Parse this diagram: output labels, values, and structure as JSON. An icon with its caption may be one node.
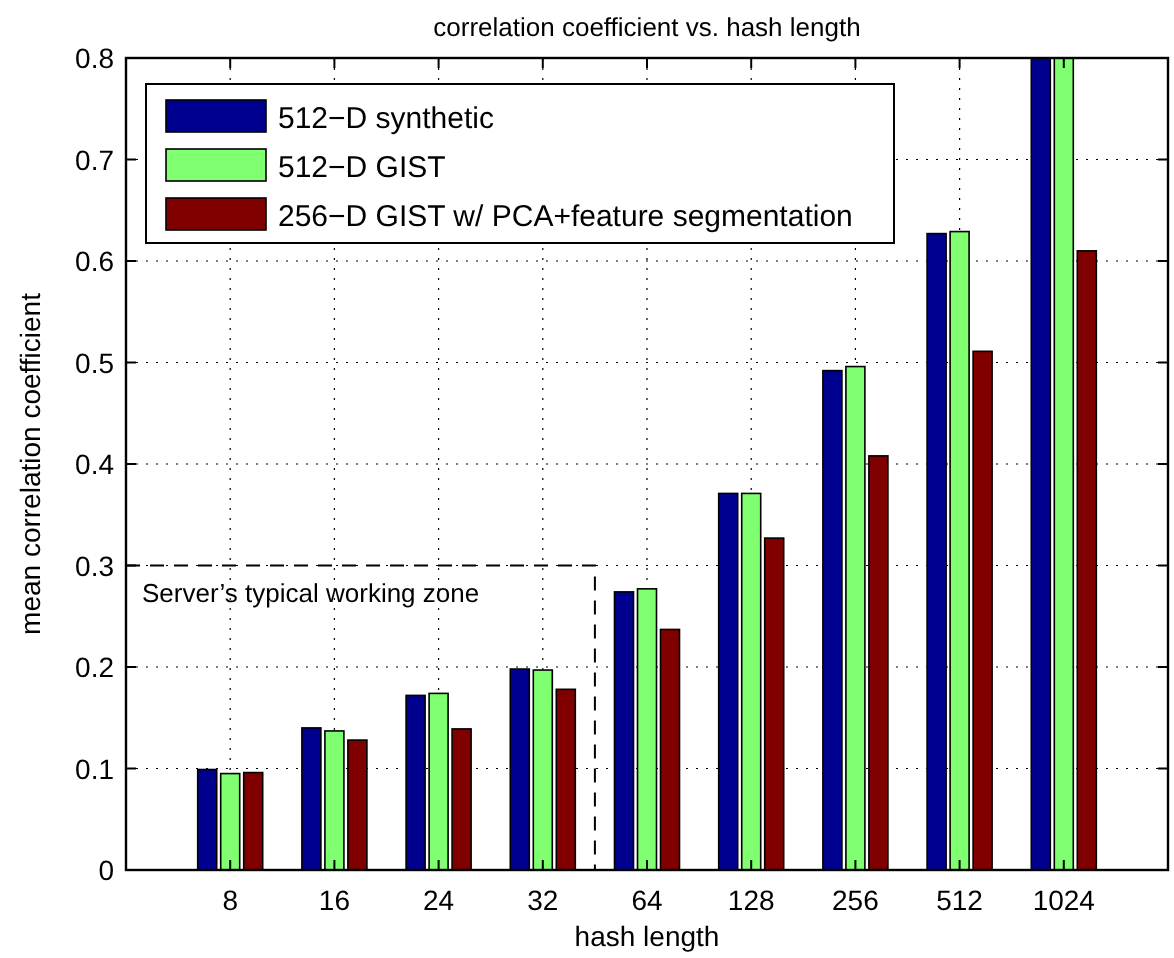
{
  "diagram": {
    "chart_data": {
      "type": "bar",
      "title": "correlation coefficient vs. hash length",
      "xlabel": "hash length",
      "ylabel": "mean correlation coefficient",
      "categories": [
        "8",
        "16",
        "24",
        "32",
        "64",
        "128",
        "256",
        "512",
        "1024"
      ],
      "series": [
        {
          "name": "512−D synthetic",
          "color": "#00008f",
          "values": [
            0.099,
            0.14,
            0.172,
            0.198,
            0.274,
            0.371,
            0.492,
            0.627,
            0.8
          ]
        },
        {
          "name": "512−D GIST",
          "color": "#80ff70",
          "values": [
            0.095,
            0.137,
            0.174,
            0.197,
            0.277,
            0.371,
            0.496,
            0.629,
            0.8
          ]
        },
        {
          "name": "256−D GIST w/ PCA+feature segmentation",
          "color": "#800000",
          "values": [
            0.096,
            0.128,
            0.139,
            0.178,
            0.237,
            0.327,
            0.408,
            0.511,
            0.61
          ]
        }
      ],
      "ylim": [
        0,
        0.8
      ],
      "yticks": [
        0,
        0.1,
        0.2,
        0.3,
        0.4,
        0.5,
        0.6,
        0.7,
        0.8
      ],
      "grid": true,
      "legend": true,
      "annotations": [
        "Server’s typical working zone"
      ]
    }
  }
}
